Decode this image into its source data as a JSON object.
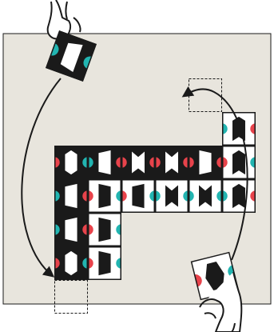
{
  "colors": {
    "board": "#e8e5dd",
    "ink": "#1a1a1a",
    "white": "#ffffff",
    "red": "#e8434b",
    "teal": "#22b5b1"
  },
  "tiles": [
    {
      "row": 0,
      "col": 5,
      "bg": "white",
      "shape": "chevron-up",
      "left": "teal",
      "right": "red"
    },
    {
      "row": 1,
      "col": 0,
      "bg": "black",
      "shape": "arrow-both",
      "left": "red",
      "right": "teal"
    },
    {
      "row": 1,
      "col": 1,
      "bg": "black",
      "shape": "trap-right",
      "left": "teal",
      "right": "red"
    },
    {
      "row": 1,
      "col": 2,
      "bg": "black",
      "shape": "chevron-down",
      "left": "red",
      "right": "red"
    },
    {
      "row": 1,
      "col": 3,
      "bg": "black",
      "shape": "chevron-down",
      "left": "red",
      "right": "red"
    },
    {
      "row": 1,
      "col": 4,
      "bg": "black",
      "shape": "trap-left",
      "left": "red",
      "right": "red"
    },
    {
      "row": 1,
      "col": 5,
      "bg": "white",
      "shape": "chevron-up",
      "left": "red",
      "right": "teal"
    },
    {
      "row": 2,
      "col": 0,
      "bg": "black",
      "shape": "trap-right",
      "left": "teal",
      "right": "red"
    },
    {
      "row": 2,
      "col": 1,
      "bg": "white",
      "shape": "trap-left",
      "left": "red",
      "right": "teal"
    },
    {
      "row": 2,
      "col": 2,
      "bg": "white",
      "shape": "trap-right",
      "left": "red",
      "right": "teal"
    },
    {
      "row": 2,
      "col": 3,
      "bg": "white",
      "shape": "chevron-down",
      "left": "teal",
      "right": "teal"
    },
    {
      "row": 2,
      "col": 4,
      "bg": "white",
      "shape": "chevron-down",
      "left": "teal",
      "right": "teal"
    },
    {
      "row": 2,
      "col": 5,
      "bg": "white",
      "shape": "chevron-up",
      "left": "teal",
      "right": "red"
    },
    {
      "row": 3,
      "col": 0,
      "bg": "black",
      "shape": "trap-right",
      "left": "teal",
      "right": "red"
    },
    {
      "row": 3,
      "col": 1,
      "bg": "white",
      "shape": "trap-left",
      "left": "red",
      "right": "teal"
    },
    {
      "row": 4,
      "col": 0,
      "bg": "black",
      "shape": "arrow-both",
      "left": "red",
      "right": "teal"
    },
    {
      "row": 4,
      "col": 1,
      "bg": "white",
      "shape": "trap-left",
      "left": "red",
      "right": "teal"
    }
  ],
  "empty_slots": [
    {
      "row": -1,
      "col": 4
    },
    {
      "row": 5,
      "col": 0
    }
  ],
  "held_tiles": [
    {
      "id": "tile-top-left",
      "bg": "black",
      "shape": "trap-right",
      "left": "teal",
      "right": "teal"
    },
    {
      "id": "tile-bottom-right",
      "bg": "white",
      "shape": "hexagon",
      "left": "red",
      "right": "teal"
    }
  ],
  "arrows": [
    {
      "id": "move-arrow-left",
      "from": "tile-top-left",
      "to": "slot-bottom"
    },
    {
      "id": "move-arrow-right",
      "from": "tile-bottom-right",
      "to": "slot-top"
    }
  ]
}
